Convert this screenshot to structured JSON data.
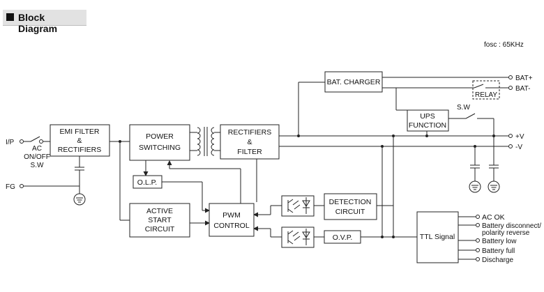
{
  "header": {
    "title": "Block Diagram"
  },
  "fosc": "fosc : 65KHz",
  "inputs": {
    "ip": "I/P",
    "fg": "FG",
    "switch": [
      "AC",
      "ON/OFF",
      "S.W"
    ]
  },
  "blocks": {
    "emi": [
      "EMI FILTER",
      "&",
      "RECTIFIERS"
    ],
    "power": [
      "POWER",
      "SWITCHING"
    ],
    "rect": [
      "RECTIFIERS",
      "&",
      "FILTER"
    ],
    "batcharger": "BAT. CHARGER",
    "ups": [
      "UPS",
      "FUNCTION"
    ],
    "olp": "O.L.P.",
    "active": [
      "ACTIVE",
      "START",
      "CIRCUIT"
    ],
    "pwm": [
      "PWM",
      "CONTROL"
    ],
    "detection": [
      "DETECTION",
      "CIRCUIT"
    ],
    "ovp": "O.V.P.",
    "ttl": "TTL Signal",
    "relay": "RELAY",
    "sw": "S.W"
  },
  "outputs": {
    "bat_plus": "BAT+",
    "bat_minus": "BAT-",
    "v_plus": "+V",
    "v_minus": "-V"
  },
  "ttl_outputs": [
    "AC OK",
    "Battery disconnect/",
    "polarity reverse",
    "Battery low",
    "Battery full",
    "Discharge"
  ]
}
